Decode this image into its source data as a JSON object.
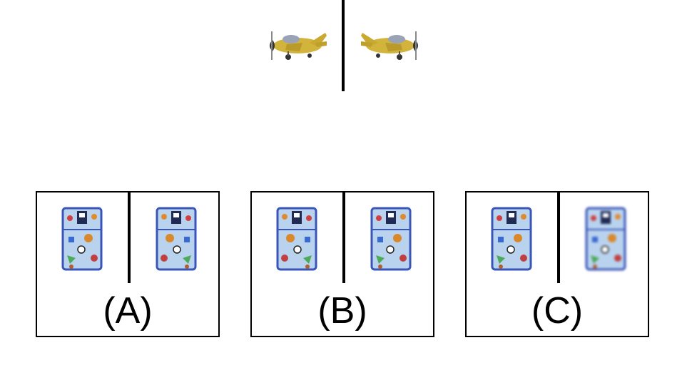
{
  "example": {
    "left_icon": "toy-airplane-facing-left-icon",
    "right_icon": "toy-airplane-facing-right-icon"
  },
  "options": [
    {
      "label": "(A)",
      "left_icon": "lunch-bag-icon",
      "right_icon": "lunch-bag-icon"
    },
    {
      "label": "(B)",
      "left_icon": "lunch-bag-icon",
      "right_icon": "lunch-bag-icon"
    },
    {
      "label": "(C)",
      "left_icon": "lunch-bag-icon",
      "right_icon": "lunch-bag-blurred-icon"
    }
  ],
  "colors": {
    "plane_body": "#d2b43c",
    "bag_body": "#b9d3ef",
    "bag_border": "#3a55b8"
  }
}
